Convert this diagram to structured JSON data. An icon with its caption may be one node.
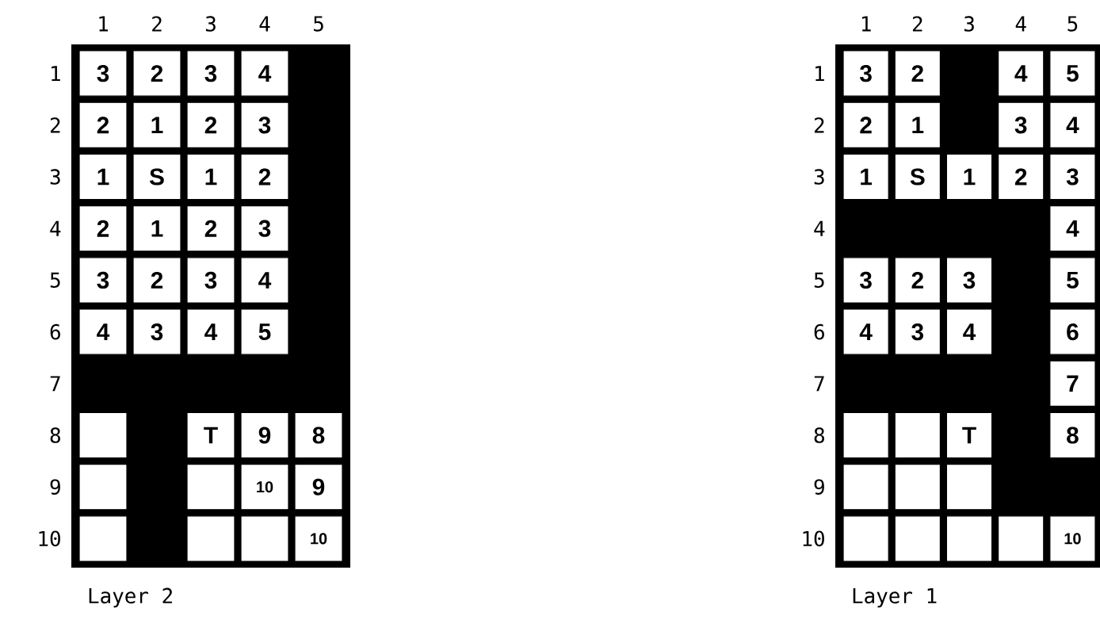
{
  "diagram": {
    "nodes": [
      {
        "text": [
          "Layer 2"
        ]
      },
      {
        "text": [
          "3"
        ],
        "in": 0
      },
      {
        "text": [
          "2"
        ],
        "in": 0
      },
      {
        "text": [
          "3"
        ],
        "in": 0
      },
      {
        "text": [
          "4"
        ],
        "in": 0
      },
      {
        "text": [
          "2"
        ],
        "in": 0
      },
      {
        "text": [
          "1"
        ],
        "in": 0
      },
      {
        "text": [
          "2"
        ],
        "in": 0
      },
      {
        "text": [
          "3"
        ],
        "in": 0
      },
      {
        "text": [
          "1"
        ],
        "in": 0
      },
      {
        "text": [
          "S"
        ],
        "in": 0
      },
      {
        "text": [
          "1"
        ],
        "in": 0
      },
      {
        "text": [
          "2"
        ],
        "in": 0
      },
      {
        "text": [
          "2"
        ],
        "in": 0
      },
      {
        "text": [
          "1"
        ],
        "in": 0
      },
      {
        "text": [
          "2"
        ],
        "in": 0
      },
      {
        "text": [
          "3"
        ],
        "in": 0
      },
      {
        "text": [
          "3"
        ],
        "in": 0
      },
      {
        "text": [
          "2"
        ],
        "in": 0
      },
      {
        "text": [
          "3"
        ],
        "in": 0
      },
      {
        "text": [
          "4"
        ],
        "in": 0
      },
      {
        "text": [
          "4"
        ],
        "in": 0
      },
      {
        "text": [
          "3"
        ],
        "in": 0
      },
      {
        "text": [
          "4"
        ],
        "in": 0
      },
      {
        "text": [
          "5"
        ],
        "in": 0
      },
      {
        "text": [],
        "shape": "box",
        "in": 0
      },
      {
        "text": [
          "T"
        ],
        "in": 0
      },
      {
        "text": [
          "9"
        ],
        "in": 0
      },
      {
        "text": [
          "8"
        ],
        "in": 0
      },
      {
        "text": [],
        "shape": "box",
        "in": 0
      },
      {
        "text": [],
        "shape": "box",
        "in": 0
      },
      {
        "text": [
          "10"
        ],
        "in": 0
      },
      {
        "text": [
          "9"
        ],
        "in": 0
      },
      {
        "text": [],
        "shape": "box",
        "in": 0
      },
      {
        "text": [],
        "shape": "box",
        "in": 0
      },
      {
        "text": [],
        "shape": "box",
        "in": 0
      },
      {
        "text": [
          "10"
        ],
        "in": 0
      },
      {
        "text": [
          "Layer 1"
        ]
      },
      {
        "text": [
          "3"
        ],
        "in": 37
      },
      {
        "text": [
          "2"
        ],
        "in": 37
      },
      {
        "text": [
          "4"
        ],
        "in": 37
      },
      {
        "text": [
          "5"
        ],
        "in": 37
      },
      {
        "text": [
          "2"
        ],
        "in": 37
      },
      {
        "text": [
          "1"
        ],
        "in": 37
      },
      {
        "text": [
          "3"
        ],
        "in": 37
      },
      {
        "text": [
          "4"
        ],
        "in": 37
      },
      {
        "text": [
          "1"
        ],
        "in": 37
      },
      {
        "text": [
          "S"
        ],
        "in": 37
      },
      {
        "text": [
          "1"
        ],
        "in": 37
      },
      {
        "text": [
          "2"
        ],
        "in": 37
      },
      {
        "text": [
          "3"
        ],
        "in": 37
      },
      {
        "text": [
          "4"
        ],
        "in": 37
      },
      {
        "text": [
          "3"
        ],
        "in": 37
      },
      {
        "text": [
          "2"
        ],
        "in": 37
      },
      {
        "text": [
          "3"
        ],
        "in": 37
      },
      {
        "text": [
          "5"
        ],
        "in": 37
      },
      {
        "text": [
          "4"
        ],
        "in": 37
      },
      {
        "text": [
          "3"
        ],
        "in": 37
      },
      {
        "text": [
          "4"
        ],
        "in": 37
      },
      {
        "text": [
          "6"
        ],
        "in": 37
      },
      {
        "text": [
          "7"
        ],
        "in": 37
      },
      {
        "text": [],
        "shape": "box",
        "in": 37
      },
      {
        "text": [],
        "shape": "box",
        "in": 37
      },
      {
        "text": [
          "T"
        ],
        "in": 37
      },
      {
        "text": [
          "8"
        ],
        "in": 37
      },
      {
        "text": [],
        "shape": "box",
        "in": 37
      },
      {
        "text": [],
        "shape": "box",
        "in": 37
      },
      {
        "text": [],
        "shape": "box",
        "in": 37
      },
      {
        "text": [],
        "shape": "box",
        "in": 37
      },
      {
        "text": [],
        "shape": "box",
        "in": 37
      },
      {
        "text": [],
        "shape": "box",
        "in": 37
      },
      {
        "text": [],
        "shape": "box",
        "in": 37
      },
      {
        "text": [
          "10"
        ],
        "in": 37
      }
    ],
    "labels": [
      "1",
      "2",
      "3",
      "4",
      "5",
      "1",
      "2",
      "3",
      "4",
      "5",
      "6",
      "7",
      "8",
      "9",
      "10",
      "1",
      "2",
      "3",
      "4",
      "5",
      "1",
      "2",
      "3",
      "4",
      "5",
      "6",
      "7",
      "8",
      "9",
      "10"
    ]
  }
}
